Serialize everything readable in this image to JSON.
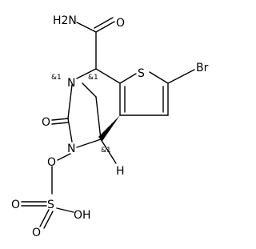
{
  "molecule": {
    "atoms": {
      "amide_N": "H2N",
      "amide_O": "O",
      "S": "S",
      "Br": "Br",
      "bridge_N": "N",
      "carbonyl_O": "O",
      "sulfate_N": "N",
      "ester_O": "O",
      "S_center": "S",
      "S_O_left": "O",
      "S_O_bottom": "O",
      "S_OH": "OH",
      "H": "H"
    },
    "stereo_labels": {
      "n_bridge": "&1",
      "c_top": "&1",
      "c_bottom": "&1"
    }
  }
}
